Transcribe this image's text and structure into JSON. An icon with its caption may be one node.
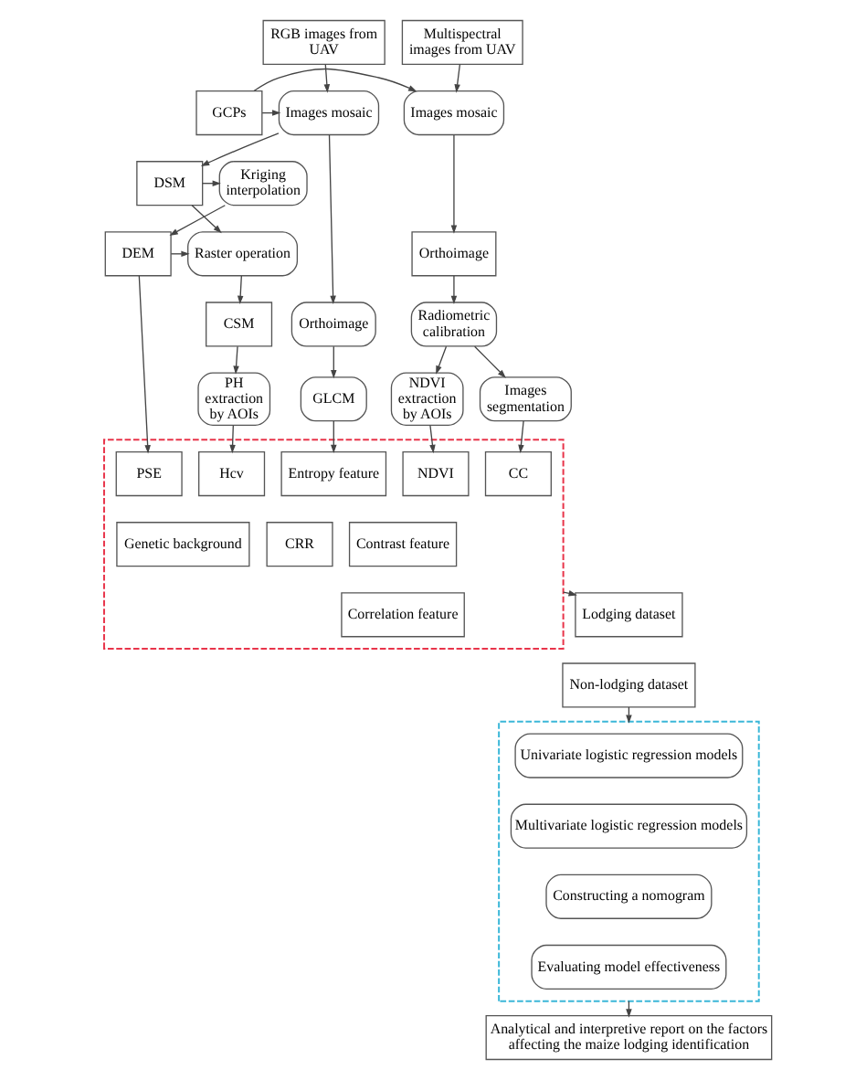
{
  "diagram": {
    "nodes": [
      {
        "text": [
          "RGB images from UAV"
        ]
      },
      {
        "text": [
          "Multispectral images from UAV"
        ]
      },
      {
        "text": [
          "Images mosaic"
        ]
      },
      {
        "text": [
          "GCPs"
        ]
      },
      {
        "text": [
          "Images mosaic"
        ]
      },
      {
        "text": [
          "Orthoimage"
        ]
      },
      {
        "text": [
          "DSM"
        ]
      },
      {
        "text": [
          "Kriging interpolation"
        ]
      },
      {
        "text": [
          "Orthoimage"
        ]
      },
      {
        "text": [
          "Raster operation"
        ]
      },
      {
        "text": [
          "DEM"
        ]
      },
      {
        "text": [
          "Radiometric calibration"
        ]
      },
      {
        "text": [
          "GLCM"
        ]
      },
      {
        "text": [
          "CSM"
        ]
      },
      {
        "text": [
          "Images segmentation"
        ]
      },
      {
        "text": [
          "NDVI extraction by AOIs"
        ]
      },
      {
        "text": [
          "PH extraction by AOIs"
        ]
      },
      {
        "text": [],
        "shape": "box"
      },
      {
        "text": [
          "Entropy feature"
        ],
        "in": 17
      },
      {
        "text": [
          "Contrast feature"
        ],
        "in": 17
      },
      {
        "text": [
          "Correlation feature"
        ],
        "in": 17
      },
      {
        "text": [
          "Hcv"
        ],
        "in": 17
      },
      {
        "text": [
          "CRR"
        ],
        "in": 17
      },
      {
        "text": [
          "PSE"
        ],
        "in": 17
      },
      {
        "text": [
          "CC"
        ],
        "in": 17
      },
      {
        "text": [
          "NDVI"
        ],
        "in": 17
      },
      {
        "text": [
          "Genetic background"
        ],
        "in": 17
      },
      {
        "text": [
          "Lodging dataset"
        ]
      },
      {
        "text": [
          "Non-lodging dataset"
        ]
      },
      {
        "text": [],
        "shape": "box"
      },
      {
        "text": [
          "Univariate logistic regression models"
        ],
        "in": 29
      },
      {
        "text": [
          "Multivariate logistic regression models"
        ],
        "in": 29
      },
      {
        "text": [
          "Constructing a nomogram"
        ],
        "in": 29
      },
      {
        "text": [
          "Evaluating model effectiveness"
        ],
        "in": 29
      },
      {
        "text": [
          "Analytical and interpretive report on the factors affecting the maize lodging identification"
        ]
      }
    ],
    "edges": [
      {
        "from": 0,
        "to": 2,
        "arrow": "to"
      },
      {
        "from": 1,
        "to": 4,
        "arrow": "to"
      },
      {
        "from": 3,
        "to": 2,
        "arrow": "to"
      },
      {
        "from": 3,
        "to": 4,
        "arrow": "to"
      },
      {
        "from": 2,
        "to": 5,
        "arrow": "to"
      },
      {
        "from": 2,
        "to": 6,
        "arrow": "to"
      },
      {
        "from": 4,
        "to": 8,
        "arrow": "to"
      },
      {
        "from": 6,
        "to": 7,
        "arrow": "to"
      },
      {
        "from": 6,
        "to": 9,
        "arrow": "to"
      },
      {
        "from": 7,
        "to": 10,
        "arrow": "to"
      },
      {
        "from": 10,
        "to": 9,
        "arrow": "to"
      },
      {
        "from": 8,
        "to": 11,
        "arrow": "to"
      },
      {
        "from": 11,
        "to": 14,
        "arrow": "to"
      },
      {
        "from": 11,
        "to": 15,
        "arrow": "to"
      },
      {
        "from": 5,
        "to": 12,
        "arrow": "to"
      },
      {
        "from": 9,
        "to": 13,
        "arrow": "to"
      },
      {
        "from": 13,
        "to": 16,
        "arrow": "to"
      },
      {
        "from": 12,
        "to": 18,
        "arrow": "to"
      },
      {
        "from": 16,
        "to": 21,
        "arrow": "to"
      },
      {
        "from": 10,
        "to": 23,
        "arrow": "to"
      },
      {
        "from": 14,
        "to": 24,
        "arrow": "to"
      },
      {
        "from": 15,
        "to": 25,
        "arrow": "to"
      },
      {
        "from": 17,
        "to": 27,
        "arrow": "to"
      },
      {
        "from": 28,
        "to": 29,
        "arrow": "to"
      },
      {
        "from": 29,
        "to": 34,
        "arrow": "to"
      }
    ]
  }
}
